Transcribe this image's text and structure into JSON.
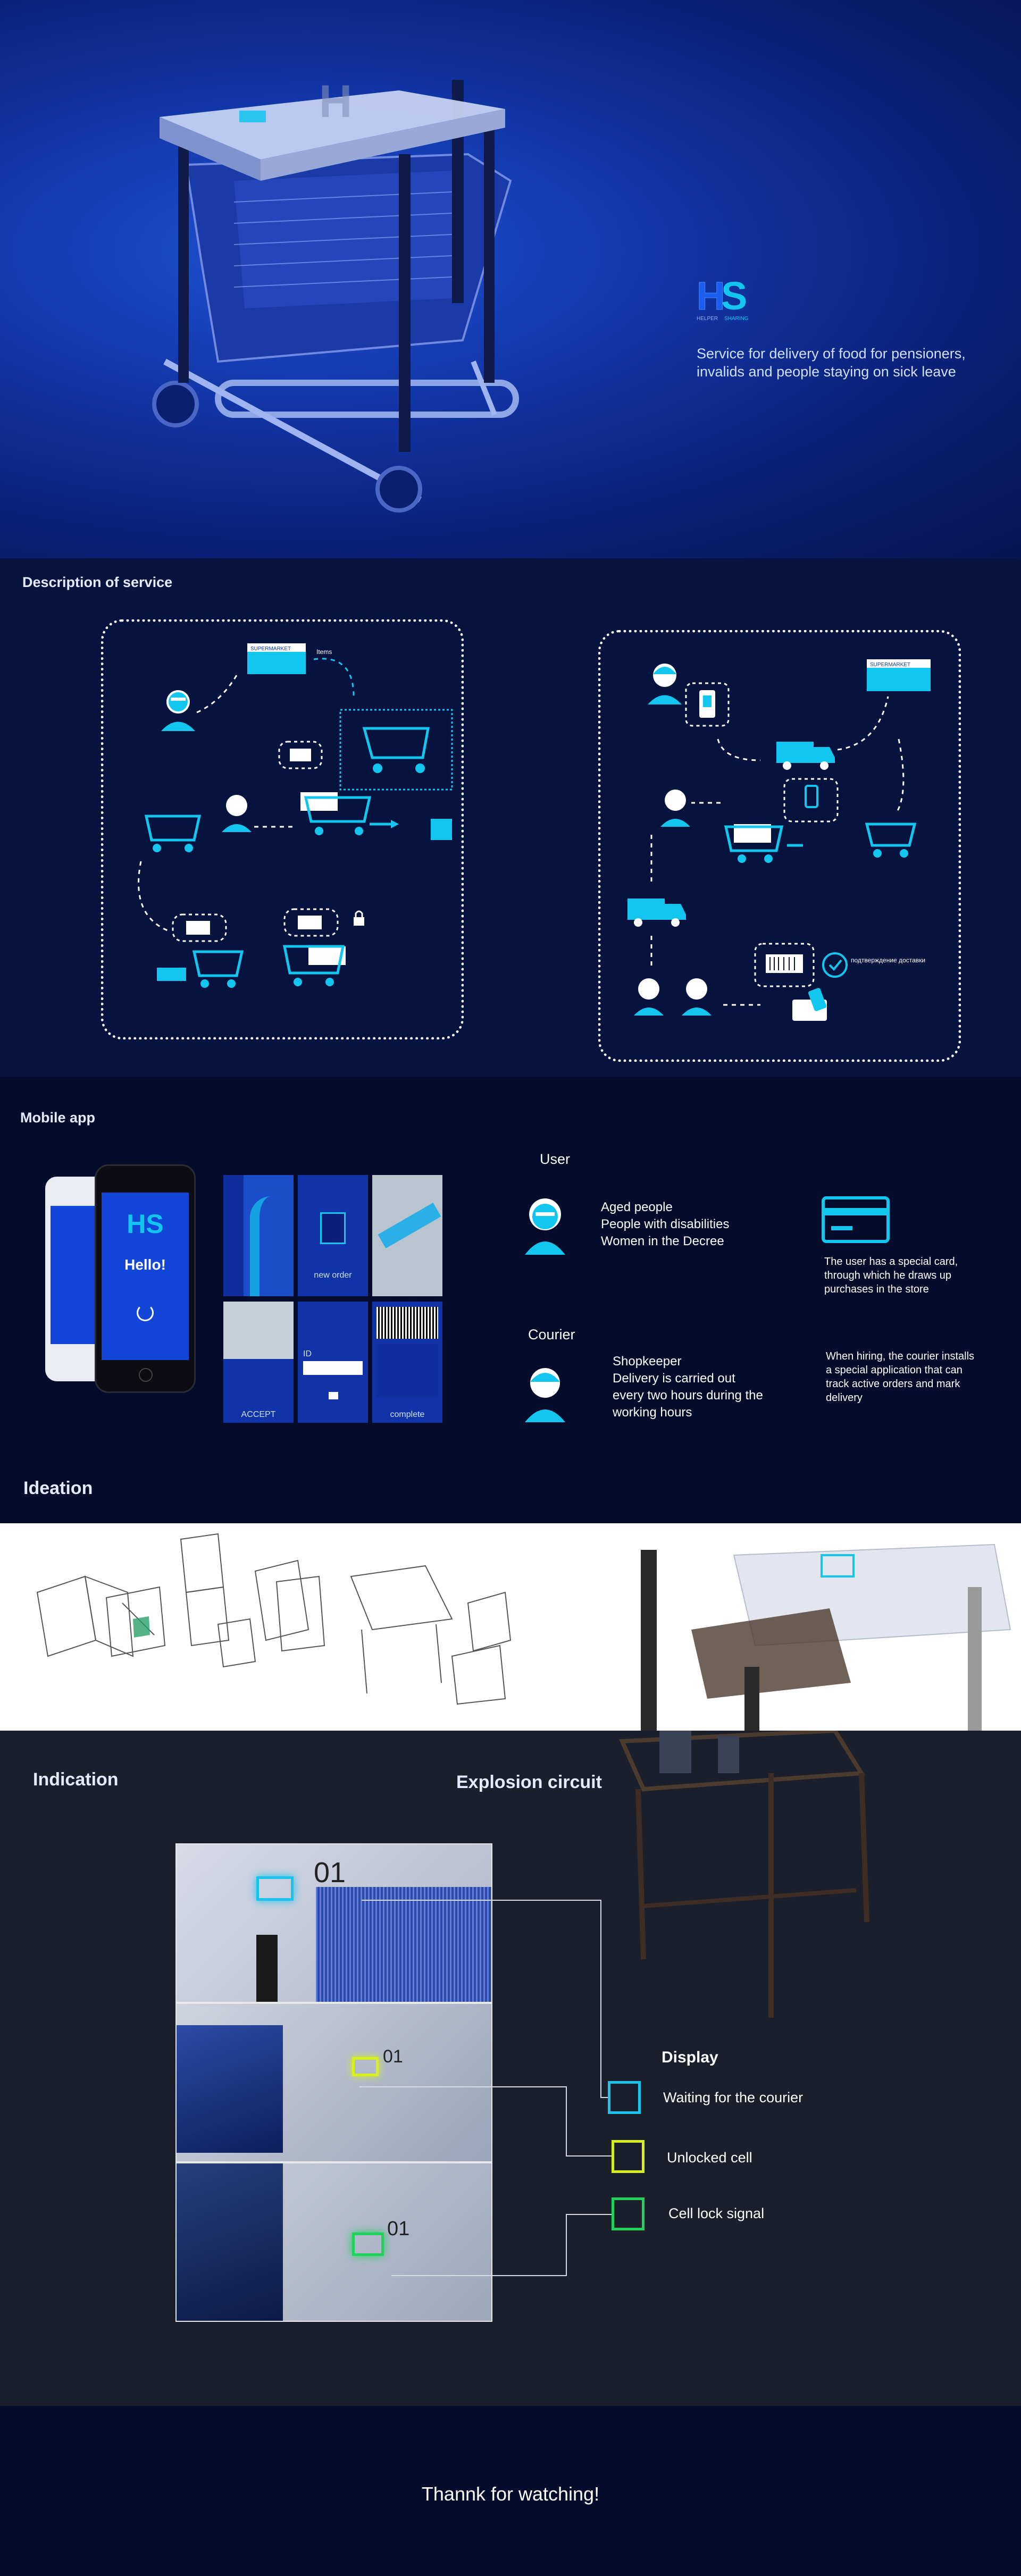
{
  "hero": {
    "logo_letters": "HS",
    "logo_subtext_left": "HELPER",
    "logo_subtext_right": "SHARING",
    "tagline": "Service for delivery of food for pensioners, invalids and people staying on sick leave",
    "lid_label_1": "H",
    "accent_color": "#12c6ef"
  },
  "description": {
    "title": "Description of service",
    "left_store_label": "SUPERMARKET",
    "left_arrow_label": "Items",
    "right_store_label": "SUPERMARKET",
    "right_confirm_label": "подтверждение доставки"
  },
  "mobile": {
    "title": "Mobile app",
    "phone_logo": "HS",
    "phone_greeting": "Hello!",
    "tiles": [
      {
        "label": ""
      },
      {
        "label": "new order"
      },
      {
        "label": ""
      },
      {
        "label": "ACCEPT"
      },
      {
        "label": "ID"
      },
      {
        "label": "complete"
      }
    ],
    "user": {
      "title": "User",
      "lines": [
        "Aged people",
        "People with disabilities",
        "Women in the Decree"
      ],
      "card_text": "The user has a special card, through which he draws up purchases in the store"
    },
    "courier": {
      "title": "Courier",
      "lines": [
        "Shopkeeper",
        "Delivery is carried out",
        "every two hours during the",
        "working hours"
      ],
      "app_text": "When hiring, the courier installs a special application that can track active orders and mark delivery"
    }
  },
  "ideation": {
    "title": "Ideation"
  },
  "indication": {
    "title": "Indication",
    "explosion_title": "Explosion circuit",
    "cell_number": "01",
    "display_heading": "Display",
    "states": [
      {
        "label": "Waiting for the courier",
        "color": "#19c3ee"
      },
      {
        "label": "Unlocked cell",
        "color": "#d6f01b"
      },
      {
        "label": "Cell lock signal",
        "color": "#1fd35a"
      }
    ]
  },
  "footer": {
    "thanks": "Thannk for watching!"
  }
}
